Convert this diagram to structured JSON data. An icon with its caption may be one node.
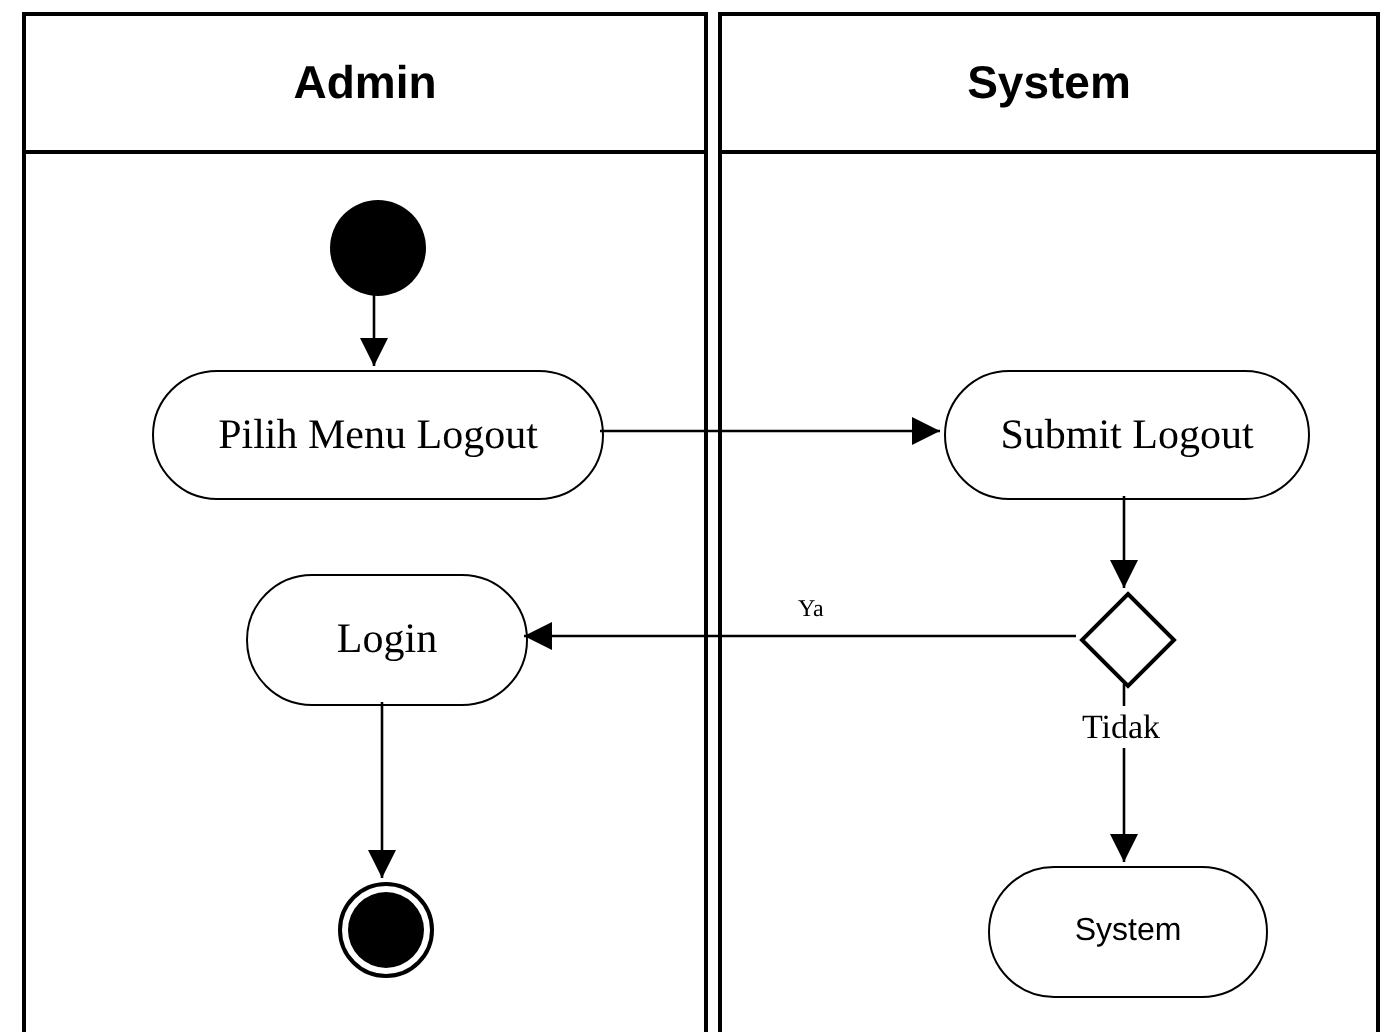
{
  "diagram": {
    "nodes": [
      {
        "text": [
          "Admin"
        ]
      },
      {
        "text": [
          "System"
        ]
      },
      {
        "text": [],
        "shape": "circle",
        "in": 0
      },
      {
        "text": [
          "Pilih Menu Logout"
        ],
        "in": 0
      },
      {
        "text": [
          "Submit Logout"
        ],
        "in": 1
      },
      {
        "text": [],
        "shape": "diamond",
        "in": 1
      },
      {
        "text": [
          "Login"
        ],
        "in": 0
      },
      {
        "text": [],
        "shape": "circle",
        "in": 0
      },
      {
        "text": [
          "System"
        ],
        "in": 1
      }
    ],
    "edges": [
      {
        "from": 2,
        "to": 3,
        "arrow": "to"
      },
      {
        "from": 3,
        "to": 4,
        "arrow": "to"
      },
      {
        "from": 4,
        "to": 5,
        "arrow": "to"
      },
      {
        "from": 5,
        "to": 6,
        "arrow": "to",
        "label": "Ya"
      },
      {
        "from": 5,
        "to": 8,
        "arrow": "to",
        "label": "Tidak"
      },
      {
        "from": 6,
        "to": 7,
        "arrow": "to"
      }
    ]
  }
}
